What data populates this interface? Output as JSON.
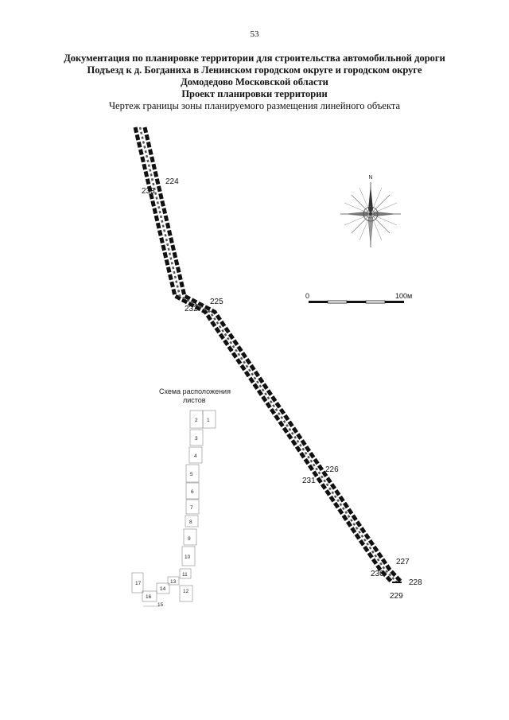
{
  "page": {
    "number": "53"
  },
  "title": {
    "lines": [
      "Документация по планировке территории для строительства автомобильной дороги",
      "Подъезд к д. Богданиха в Ленинском городском округе и городском округе",
      "Домодедово Московской области",
      "Проект планировки территории"
    ],
    "subtitle": "Чертеж границы зоны планируемого размещения линейного объекта"
  },
  "boundary_points": [
    {
      "label": "224"
    },
    {
      "label": "233"
    },
    {
      "label": "225"
    },
    {
      "label": "232"
    },
    {
      "label": "226"
    },
    {
      "label": "231"
    },
    {
      "label": "227"
    },
    {
      "label": "230"
    },
    {
      "label": "228"
    },
    {
      "label": "229"
    }
  ],
  "north_arrow": {
    "label": "N",
    "icon": "compass-rose-icon"
  },
  "scale_bar": {
    "start_label": "0",
    "end_label": "100м"
  },
  "sheet_scheme": {
    "title_line1": "Схема расположения",
    "title_line2": "листов",
    "sheets": [
      "1",
      "2",
      "3",
      "4",
      "5",
      "6",
      "7",
      "8",
      "9",
      "10",
      "11",
      "12",
      "13",
      "14",
      "15",
      "16",
      "17"
    ]
  },
  "colors": {
    "boundary": "#111111",
    "zone": "#555555",
    "paper": "#ffffff"
  }
}
